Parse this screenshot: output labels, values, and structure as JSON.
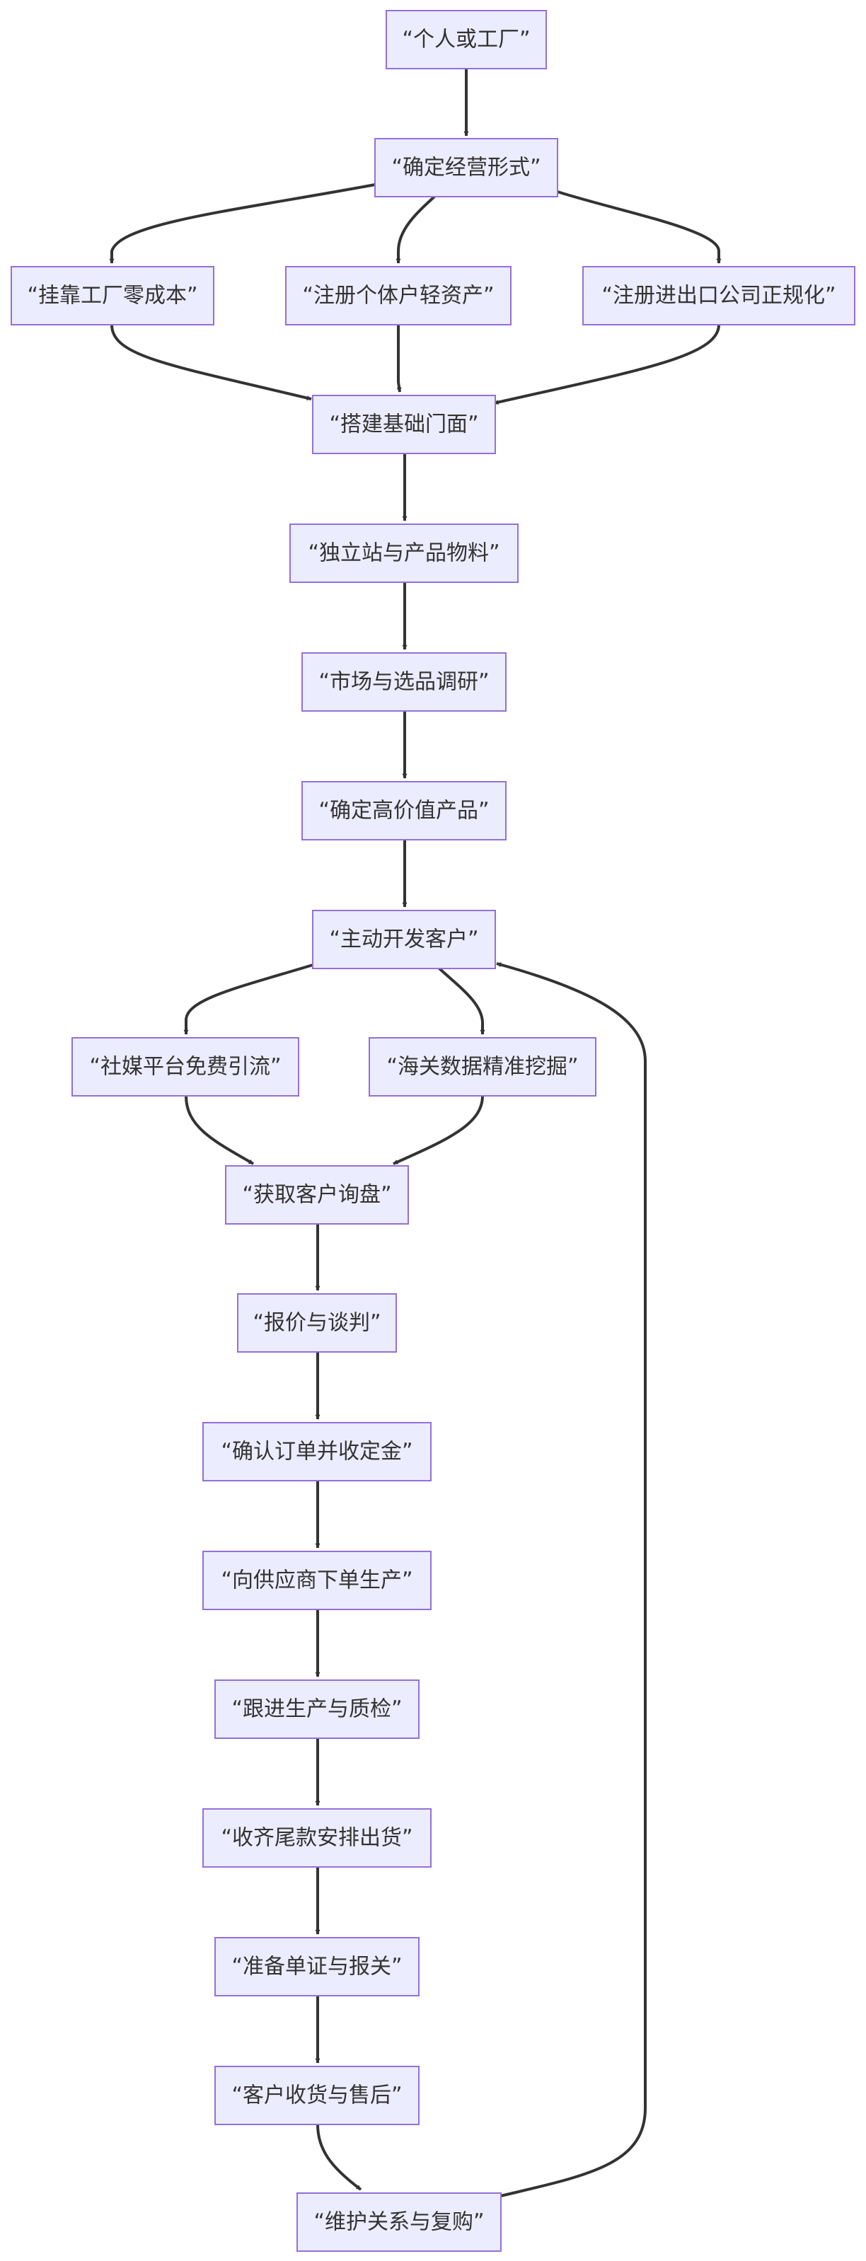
{
  "flowchart": {
    "nodes": [
      {
        "id": "n1",
        "label": "“个人或工厂”"
      },
      {
        "id": "n2",
        "label": "“确定经营形式”"
      },
      {
        "id": "n3",
        "label": "“挂靠工厂零成本”"
      },
      {
        "id": "n4",
        "label": "“注册个体户轻资产”"
      },
      {
        "id": "n5",
        "label": "“注册进出口公司正规化”"
      },
      {
        "id": "n6",
        "label": "“搭建基础门面”"
      },
      {
        "id": "n7",
        "label": "“独立站与产品物料”"
      },
      {
        "id": "n8",
        "label": "“市场与选品调研”"
      },
      {
        "id": "n9",
        "label": "“确定高价值产品”"
      },
      {
        "id": "n10",
        "label": "“主动开发客户”"
      },
      {
        "id": "n11",
        "label": "“社媒平台免费引流”"
      },
      {
        "id": "n12",
        "label": "“海关数据精准挖掘”"
      },
      {
        "id": "n13",
        "label": "“获取客户询盘”"
      },
      {
        "id": "n14",
        "label": "“报价与谈判”"
      },
      {
        "id": "n15",
        "label": "“确认订单并收定金”"
      },
      {
        "id": "n16",
        "label": "“向供应商下单生产”"
      },
      {
        "id": "n17",
        "label": "“跟进生产与质检”"
      },
      {
        "id": "n18",
        "label": "“收齐尾款安排出货”"
      },
      {
        "id": "n19",
        "label": "“准备单证与报关”"
      },
      {
        "id": "n20",
        "label": "“客户收货与售后”"
      },
      {
        "id": "n21",
        "label": "“维护关系与复购”"
      }
    ],
    "edges": [
      {
        "from": "n1",
        "to": "n2"
      },
      {
        "from": "n2",
        "to": "n3"
      },
      {
        "from": "n2",
        "to": "n4"
      },
      {
        "from": "n2",
        "to": "n5"
      },
      {
        "from": "n3",
        "to": "n6"
      },
      {
        "from": "n4",
        "to": "n6"
      },
      {
        "from": "n5",
        "to": "n6"
      },
      {
        "from": "n6",
        "to": "n7"
      },
      {
        "from": "n7",
        "to": "n8"
      },
      {
        "from": "n8",
        "to": "n9"
      },
      {
        "from": "n9",
        "to": "n10"
      },
      {
        "from": "n10",
        "to": "n11"
      },
      {
        "from": "n10",
        "to": "n12"
      },
      {
        "from": "n11",
        "to": "n13"
      },
      {
        "from": "n12",
        "to": "n13"
      },
      {
        "from": "n13",
        "to": "n14"
      },
      {
        "from": "n14",
        "to": "n15"
      },
      {
        "from": "n15",
        "to": "n16"
      },
      {
        "from": "n16",
        "to": "n17"
      },
      {
        "from": "n17",
        "to": "n18"
      },
      {
        "from": "n18",
        "to": "n19"
      },
      {
        "from": "n19",
        "to": "n20"
      },
      {
        "from": "n20",
        "to": "n21"
      },
      {
        "from": "n21",
        "to": "n10"
      }
    ]
  },
  "colors": {
    "node_fill": "#ECECFF",
    "node_border": "#9370DB",
    "edge": "#333333",
    "text": "#333333"
  }
}
